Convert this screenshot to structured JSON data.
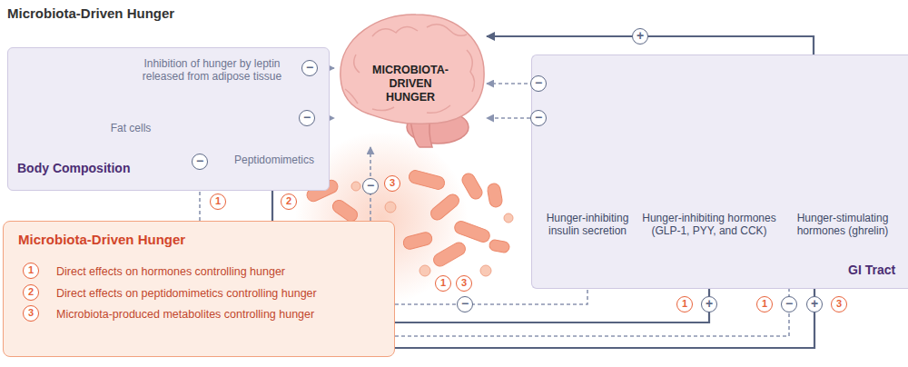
{
  "diagram": {
    "title": "Microbiota-Driven Hunger",
    "nodes": [
      {
        "text": [
          "Body Composition"
        ]
      },
      {
        "text": [
          "Fat cells"
        ],
        "in": 0
      },
      {
        "text": [
          "Inhibition of hunger by leptin released from adipose tissue"
        ],
        "in": 0
      },
      {
        "text": [
          "MICROBIOTA-DRIVEN HUNGER"
        ]
      },
      {
        "text": [
          "Peptidomimetics"
        ],
        "in": 0
      },
      {
        "text": [
          "Microbiota-Driven Hunger",
          "Direct effects on hormones controlling hunger",
          "Direct effects on peptidomimetics controlling hunger",
          "Microbiota-produced metabolites controlling hunger"
        ]
      },
      {
        "text": [
          "GI Tract"
        ]
      },
      {
        "text": [
          "Hunger-inhibiting insulin secretion"
        ],
        "in": 6
      },
      {
        "text": [
          "Hunger-inhibiting hormones (GLP-1, PYY, and CCK)"
        ],
        "in": 6
      },
      {
        "text": [
          "Hunger-stimulating hormones (ghrelin)"
        ],
        "in": 6
      }
    ],
    "edges": [
      {
        "from": 2,
        "to": 3,
        "arrow": "to",
        "label": "−"
      },
      {
        "from": 5,
        "to": 2,
        "arrow": "to",
        "label": "−"
      },
      {
        "from": 5,
        "to": 4,
        "arrow": "to"
      },
      {
        "from": 4,
        "to": 3,
        "arrow": "to",
        "label": "−"
      },
      {
        "from": 5,
        "to": 3,
        "arrow": "to",
        "label": "−"
      },
      {
        "from": 5,
        "to": 7,
        "arrow": "to",
        "label": "−"
      },
      {
        "from": 5,
        "to": 8,
        "arrow": "to",
        "label": "+"
      },
      {
        "from": 5,
        "to": 9,
        "arrow": "to",
        "label": "−"
      },
      {
        "from": 5,
        "to": 9,
        "arrow": "to",
        "label": "+"
      },
      {
        "from": 7,
        "to": 3,
        "arrow": "to",
        "label": "−"
      },
      {
        "from": 8,
        "to": 3,
        "arrow": "to",
        "label": "−"
      },
      {
        "from": 9,
        "to": 3,
        "arrow": "to",
        "label": "+"
      }
    ],
    "labels": [
      "1",
      "2",
      "3",
      "1",
      "3",
      "1",
      "1",
      "3",
      "1",
      "2",
      "3"
    ]
  }
}
